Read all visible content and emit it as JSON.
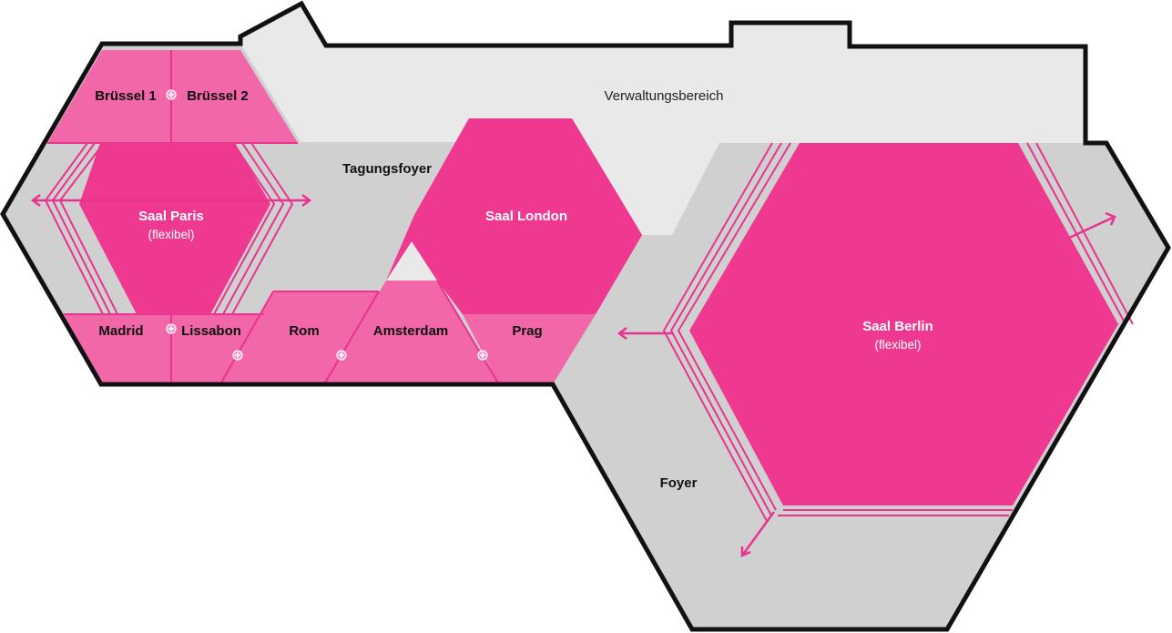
{
  "plan": {
    "areas": {
      "admin": "Verwaltungsbereich",
      "conference_foyer": "Tagungsfoyer",
      "foyer": "Foyer"
    },
    "rooms": {
      "brussel1": "Brüssel 1",
      "brussel2": "Brüssel 2",
      "paris": "Saal Paris",
      "paris_note": "(flexibel)",
      "london": "Saal London",
      "berlin": "Saal Berlin",
      "berlin_note": "(flexibel)",
      "madrid": "Madrid",
      "lissabon": "Lissabon",
      "rom": "Rom",
      "amsterdam": "Amsterdam",
      "prag": "Prag"
    },
    "colors": {
      "room_dark": "#ef3890",
      "room_light": "#f267a8",
      "corridor": "#d0d0d0",
      "admin": "#e9e9e9",
      "wall": "#111111",
      "accent": "#e8338f"
    }
  }
}
